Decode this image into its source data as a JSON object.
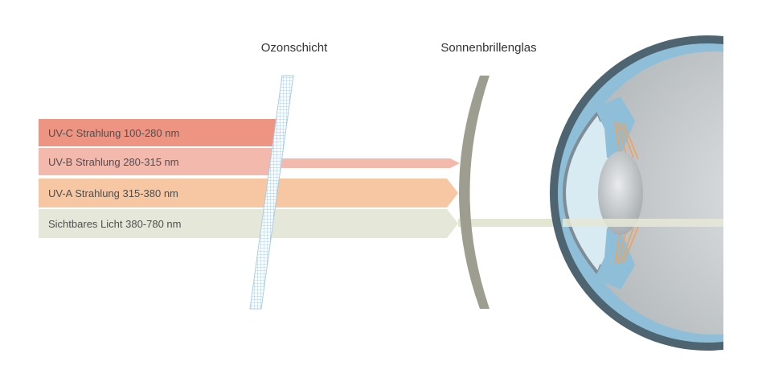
{
  "labels": {
    "ozone": "Ozonschicht",
    "lens": "Sonnenbrillenglas"
  },
  "rays": [
    {
      "label": "UV-C Strahlung 100-280 nm",
      "color": "#ee9483",
      "stops_at": "ozone"
    },
    {
      "label": "UV-B Strahlung 280-315 nm",
      "color": "#f4b9ad",
      "stops_at": "lens"
    },
    {
      "label": "UV-A Strahlung 315-380 nm",
      "color": "#f6c7a2",
      "stops_at": "lens"
    },
    {
      "label": "Sichtbares Licht 380-780 nm",
      "color": "#e5e8d8",
      "stops_at": "retina"
    }
  ],
  "colors": {
    "ozone_mesh": "#a9cbe4",
    "lens_glass": "#9e9e90",
    "eye_outer": "#4e6471",
    "eye_fill": "#c8ccce",
    "cornea": "#d8eaf2",
    "iris": "#8fbfd8",
    "ciliary": "#f0a15a"
  }
}
